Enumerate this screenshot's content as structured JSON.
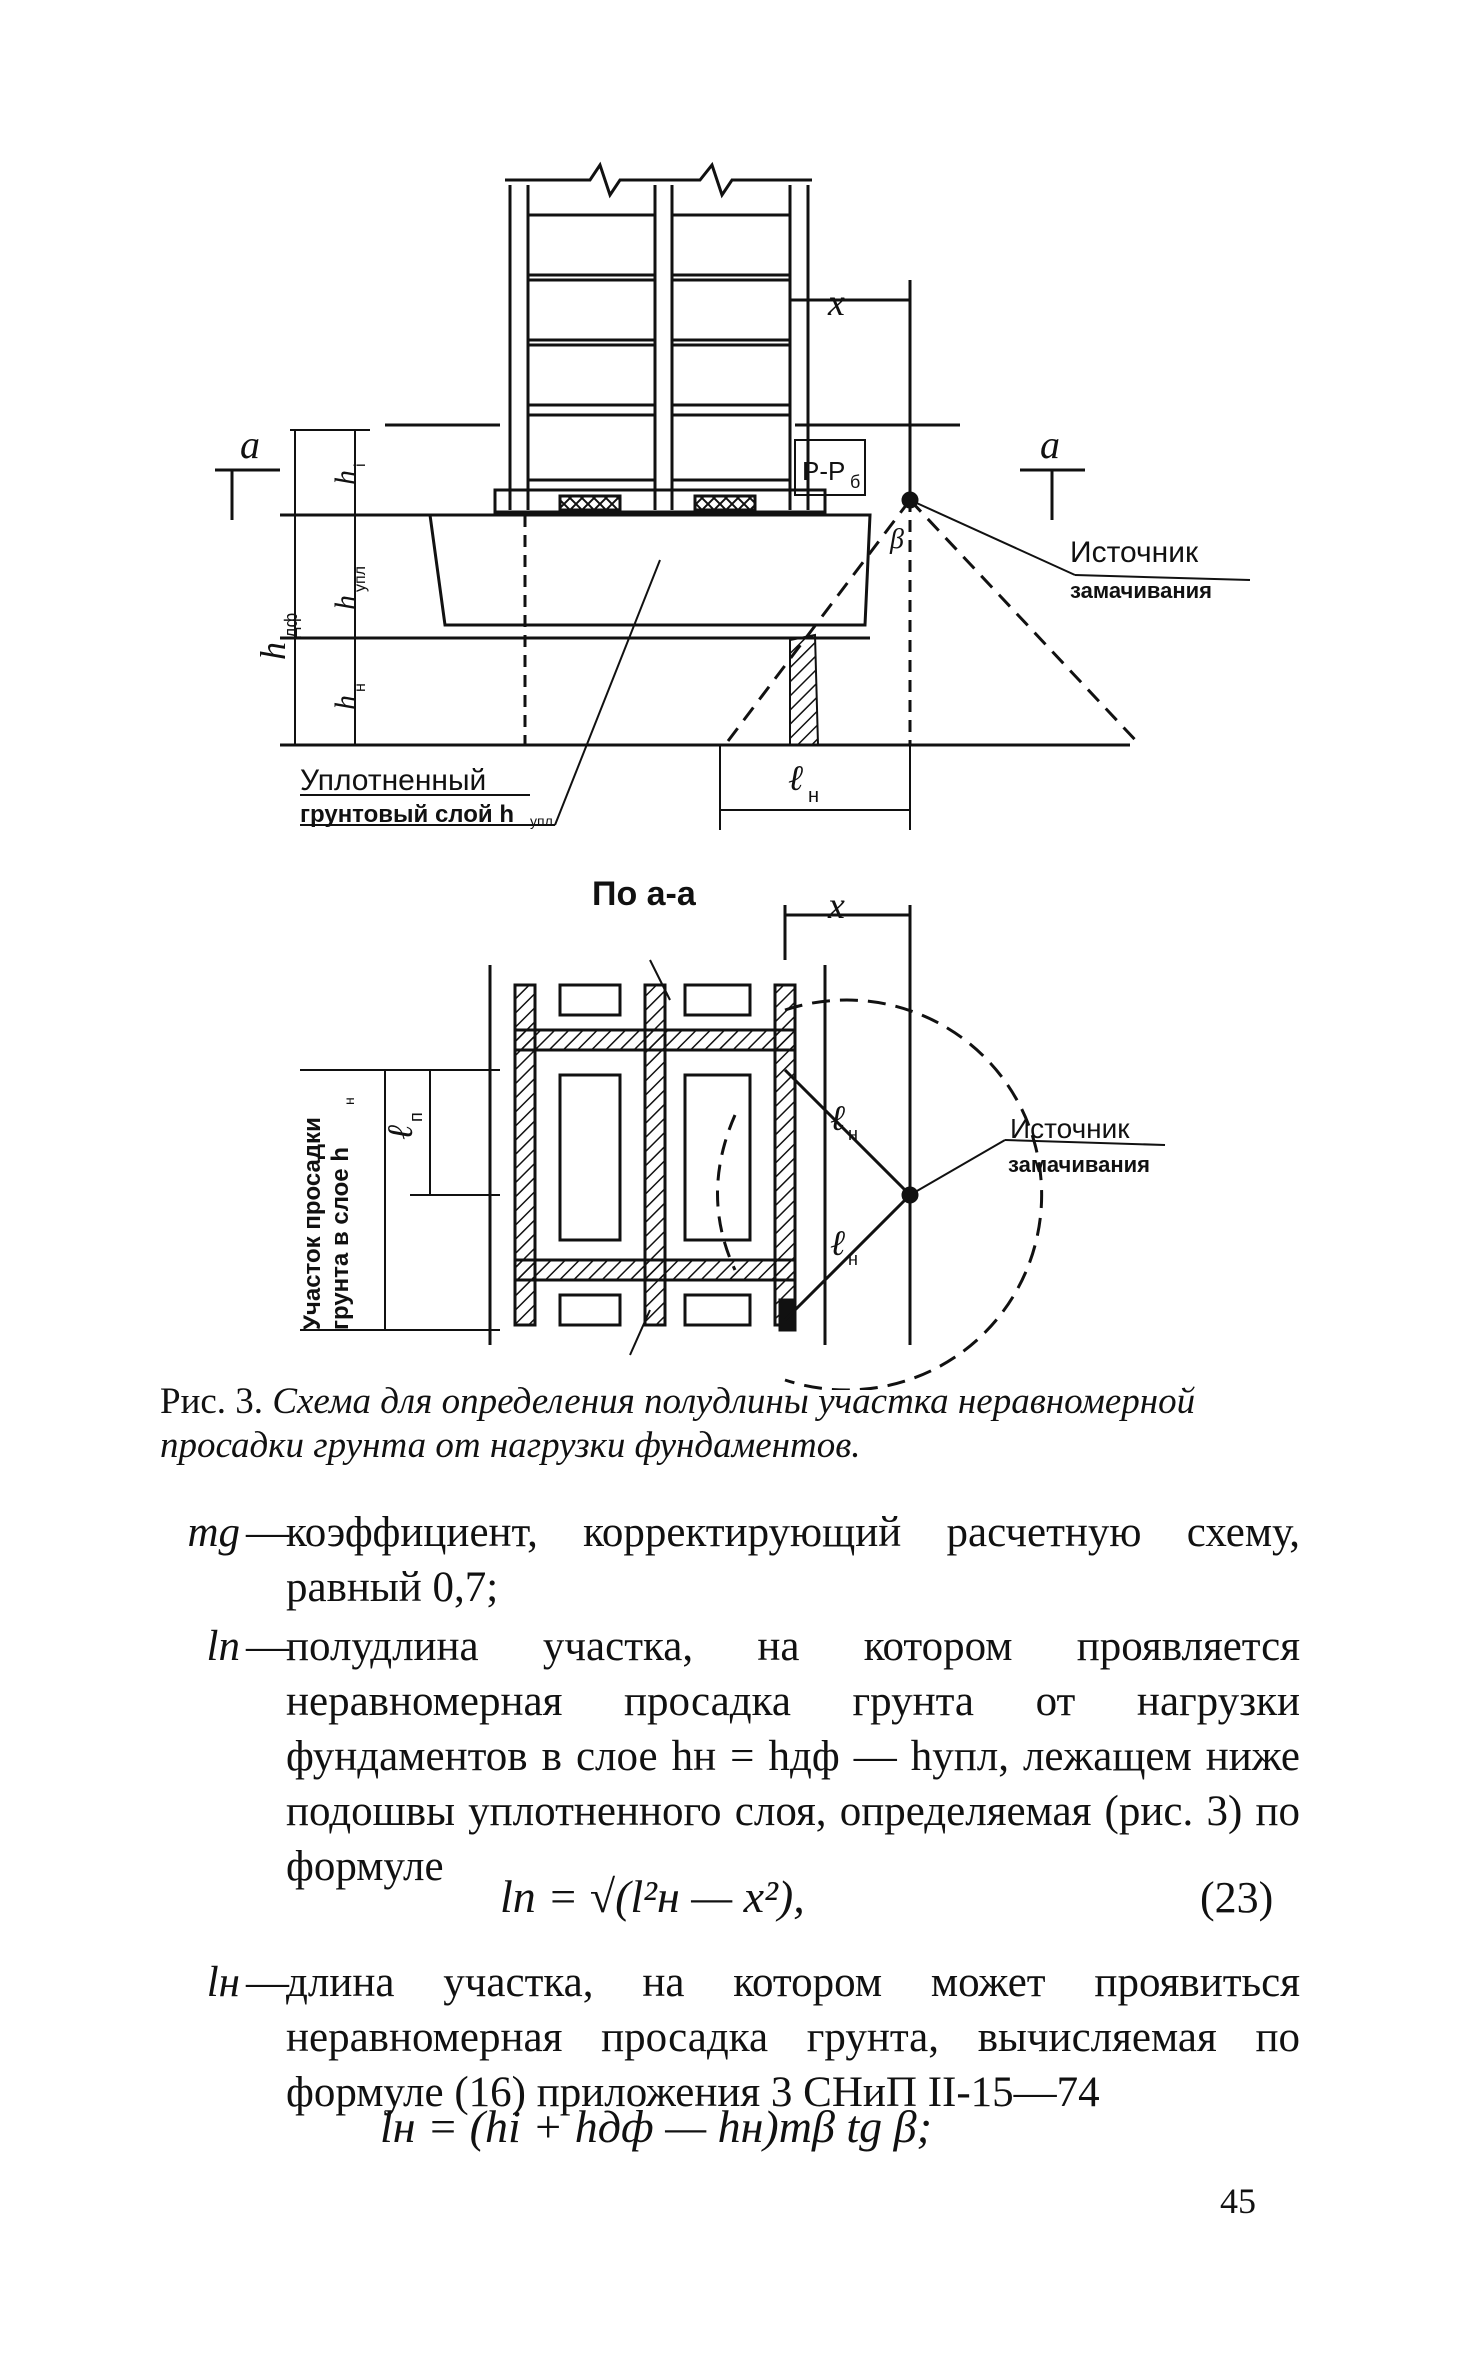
{
  "figure": {
    "top_section": {
      "label_a_left": "а",
      "label_a_right": "а",
      "dim_x": "x",
      "h_i": "h",
      "h_i_sub": "i",
      "h_upl": "h",
      "h_upl_sub": "упл",
      "h_n": "h",
      "h_n_sub": "н",
      "h_df": "h",
      "h_df_sub": "дф",
      "p_label": "P-P",
      "p_sub": "б",
      "beta": "β",
      "source_line1": "Источник",
      "source_line2": "замачивания",
      "l_n": "ℓ",
      "l_n_sub": "н",
      "compacted_line1": "Уплотненный",
      "compacted_line2": "грунтовый слой h",
      "compacted_sub": "упл"
    },
    "plan_section": {
      "title": "По а-а",
      "dim_x": "x",
      "l_p": "ℓ",
      "l_p_sub": "п",
      "l_n": "ℓ",
      "l_n_sub": "н",
      "l_n2_sub": "н",
      "source_line1": "Источник",
      "source_line2": "замачивания",
      "side_line1": "Участок просадки",
      "side_line2": "грунта в слое h",
      "side_sub": "н"
    }
  },
  "caption": {
    "prefix": "Рис. 3.",
    "text": " Схема для определения полудлины участка неравномерной просадки грунта от нагрузки фундаментов."
  },
  "definitions": [
    {
      "symbol": "mg",
      "text": "коэффициент, корректирующий расчетную схему, равный 0,7;"
    },
    {
      "symbol": "lп",
      "text": "полудлина участка, на котором проявляется неравномерная просадка грунта от нагрузки фундаментов в слое hн = hдф — hупл, лежащем ниже подошвы уплотненного слоя, определяемая (рис. 3) по формуле"
    }
  ],
  "formula23": {
    "text": "lп = √(l²н — x²),",
    "number": "(23)"
  },
  "definition3": {
    "symbol": "lн",
    "text": "длина участка, на котором может проявиться неравномерная просадка грунта, вычисляемая по формуле (16) приложения 3 СНиП II-15—74"
  },
  "formula_last": "lн = (hi + hдф — hн)mβ tg β;",
  "page_number": "45",
  "dash": "—"
}
